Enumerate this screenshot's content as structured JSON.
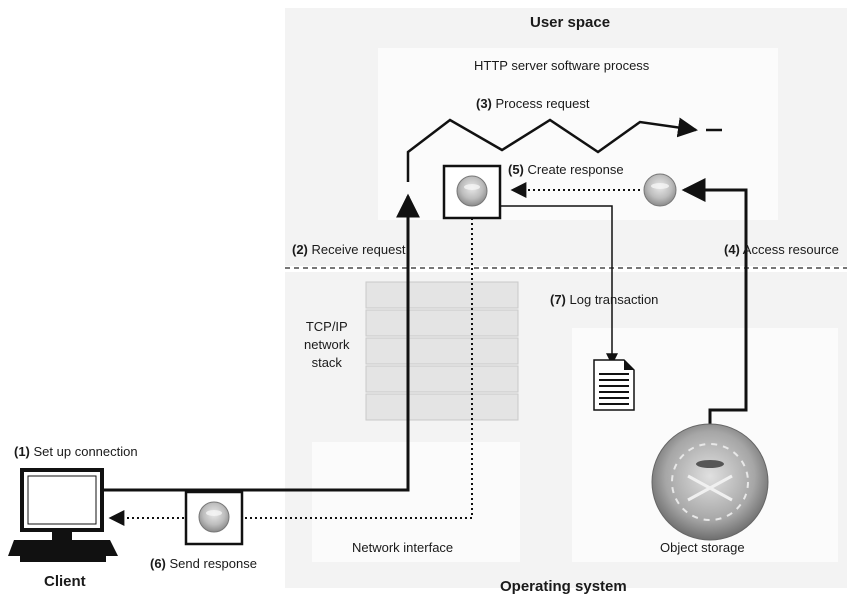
{
  "regions": {
    "user_space": "User space",
    "http_process": "HTTP server software process",
    "operating_system": "Operating system",
    "tcpip_stack": "TCP/IP\nnetwork\nstack",
    "network_interface": "Network interface",
    "object_storage": "Object storage",
    "client": "Client"
  },
  "steps": [
    {
      "num": "(1)",
      "text": "Set up connection"
    },
    {
      "num": "(2)",
      "text": "Receive request"
    },
    {
      "num": "(3)",
      "text": "Process request"
    },
    {
      "num": "(4)",
      "text": "Access resource"
    },
    {
      "num": "(5)",
      "text": "Create response"
    },
    {
      "num": "(6)",
      "text": "Send response"
    },
    {
      "num": "(7)",
      "text": "Log transaction"
    }
  ],
  "colors": {
    "region_fill": "#f3f3f3",
    "inner_fill": "#fbfbfb",
    "line": "#111111",
    "dashed_divider": "#777777"
  },
  "icons": [
    "monitor-icon",
    "gear-icon",
    "document-icon",
    "storage-disk-icon"
  ]
}
